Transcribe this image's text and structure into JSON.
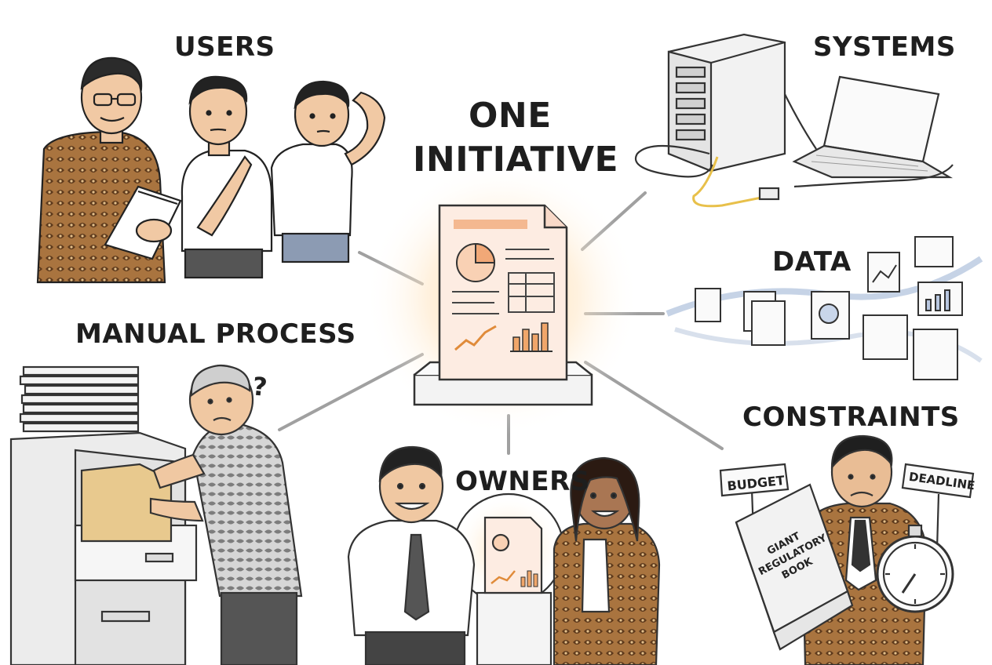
{
  "center": {
    "title_line1": "ONE",
    "title_line2": "INITIATIVE"
  },
  "nodes": {
    "users": "USERS",
    "systems": "SYSTEMS",
    "data": "DATA",
    "manual_process": "MANUAL PROCESS",
    "owners": "OWNERS",
    "constraints": "CONSTRAINTS"
  },
  "annotations": {
    "question_mark": "?",
    "budget_sign": "BUDGET",
    "deadline_sign": "DEADLINE",
    "book_line1": "GIANT",
    "book_line2": "REGULATORY",
    "book_line3": "BOOK"
  },
  "colors": {
    "ink": "#1e1e1e",
    "glow": "#f7b866",
    "paper": "#fdebe0",
    "batik": "#9a6a3d",
    "connector": "#9a9a9a"
  }
}
